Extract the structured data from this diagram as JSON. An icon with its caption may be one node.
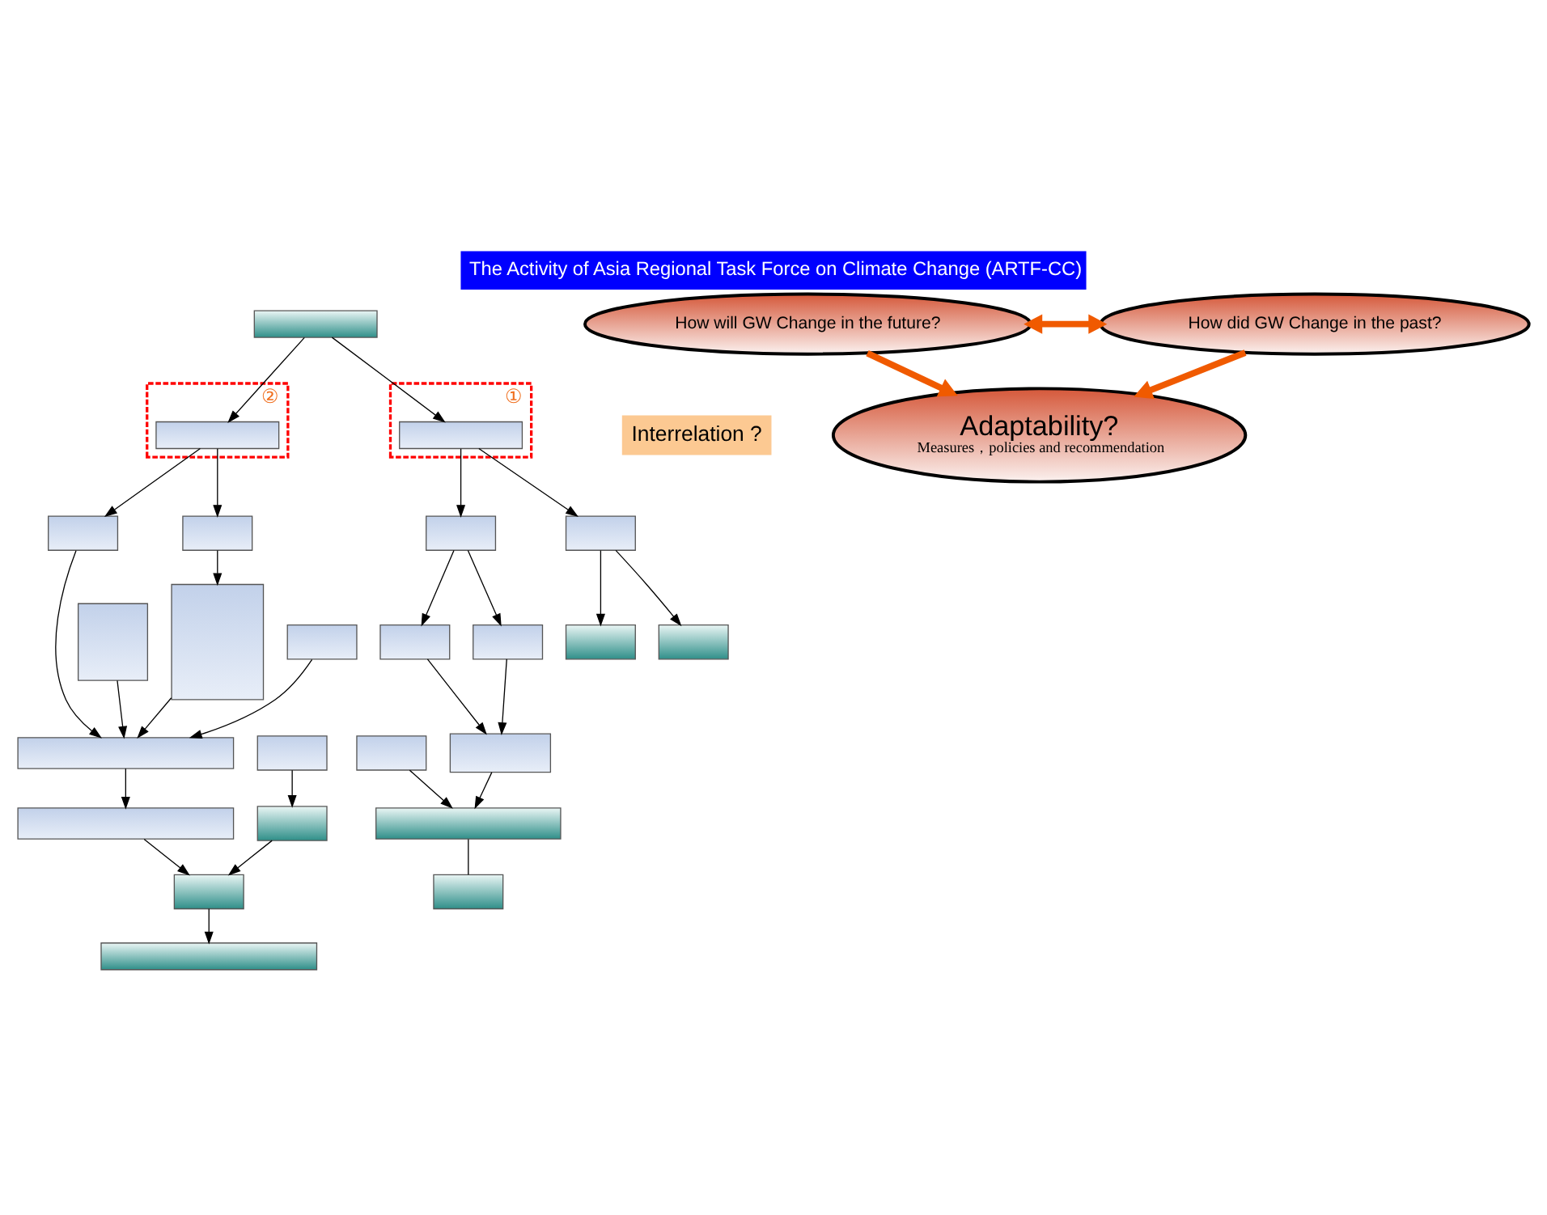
{
  "diagram": {
    "title": "The Activity of Asia Regional Task Force on Climate Change (ARTF-CC)",
    "nodes": [
      {
        "text": [],
        "shape": "box"
      },
      {
        "text": [
          "②"
        ]
      },
      {
        "text": [],
        "shape": "box",
        "in": 1
      },
      {
        "text": [
          "①"
        ]
      },
      {
        "text": [],
        "shape": "box",
        "in": 3
      },
      {
        "text": [],
        "shape": "box"
      },
      {
        "text": [],
        "shape": "box"
      },
      {
        "text": [],
        "shape": "box"
      },
      {
        "text": [],
        "shape": "box"
      },
      {
        "text": [
          "Interrelation ?"
        ]
      },
      {
        "text": [
          "How will GW Change in the future?"
        ]
      },
      {
        "text": [
          "How did GW Change in the past?"
        ]
      },
      {
        "text": [],
        "shape": "box"
      },
      {
        "text": [],
        "shape": "box"
      },
      {
        "text": [],
        "shape": "box"
      },
      {
        "text": [],
        "shape": "box"
      },
      {
        "text": [],
        "shape": "box"
      },
      {
        "text": [],
        "shape": "box"
      },
      {
        "text": [],
        "shape": "box"
      },
      {
        "text": [],
        "shape": "box"
      },
      {
        "text": [],
        "shape": "box"
      },
      {
        "text": [],
        "shape": "box"
      },
      {
        "text": [],
        "shape": "box"
      },
      {
        "text": [],
        "shape": "box"
      },
      {
        "text": [],
        "shape": "box"
      },
      {
        "text": [],
        "shape": "box"
      },
      {
        "text": [],
        "shape": "box"
      },
      {
        "text": [],
        "shape": "box"
      },
      {
        "text": [],
        "shape": "box"
      },
      {
        "text": [
          "Adaptability?",
          "Measures，policies and recommendation"
        ]
      }
    ],
    "edges": [
      {
        "from": 0,
        "to": 2,
        "arrow": "to"
      },
      {
        "from": 0,
        "to": 4,
        "arrow": "to"
      },
      {
        "from": 2,
        "to": 5,
        "arrow": "to"
      },
      {
        "from": 2,
        "to": 6,
        "arrow": "to"
      },
      {
        "from": 4,
        "to": 7,
        "arrow": "to"
      },
      {
        "from": 4,
        "to": 8,
        "arrow": "to"
      },
      {
        "from": 6,
        "to": 13,
        "arrow": "to"
      },
      {
        "from": 7,
        "to": 21,
        "arrow": "to"
      },
      {
        "from": 7,
        "to": 22,
        "arrow": "to"
      },
      {
        "from": 8,
        "to": 24,
        "arrow": "to"
      },
      {
        "from": 8,
        "to": 25,
        "arrow": "to"
      },
      {
        "from": 10,
        "to": 11,
        "arrow": "both",
        "style": "thick",
        "color": "#f05a00"
      },
      {
        "from": 5,
        "to": 15,
        "arrow": "to"
      },
      {
        "from": 12,
        "to": 15,
        "arrow": "to"
      },
      {
        "from": 13,
        "to": 15,
        "arrow": "to"
      },
      {
        "from": 14,
        "to": 15,
        "arrow": "to"
      },
      {
        "from": 21,
        "to": 26,
        "arrow": "to"
      },
      {
        "from": 22,
        "to": 26,
        "arrow": "to"
      },
      {
        "from": 23,
        "to": 27,
        "arrow": "to"
      },
      {
        "from": 26,
        "to": 27,
        "arrow": "to"
      },
      {
        "from": 15,
        "to": 17,
        "arrow": "to"
      },
      {
        "from": 16,
        "to": 18,
        "arrow": "to"
      },
      {
        "from": 27,
        "to": 28,
        "arrow": "none"
      },
      {
        "from": 18,
        "to": 19,
        "arrow": "to"
      },
      {
        "from": 17,
        "to": 19,
        "arrow": "to"
      },
      {
        "from": 19,
        "to": 20,
        "arrow": "to"
      },
      {
        "from": 10,
        "to": 29,
        "arrow": "to",
        "style": "thick",
        "color": "#f05a00"
      },
      {
        "from": 11,
        "to": 29,
        "arrow": "to",
        "style": "thick",
        "color": "#f05a00"
      }
    ]
  }
}
